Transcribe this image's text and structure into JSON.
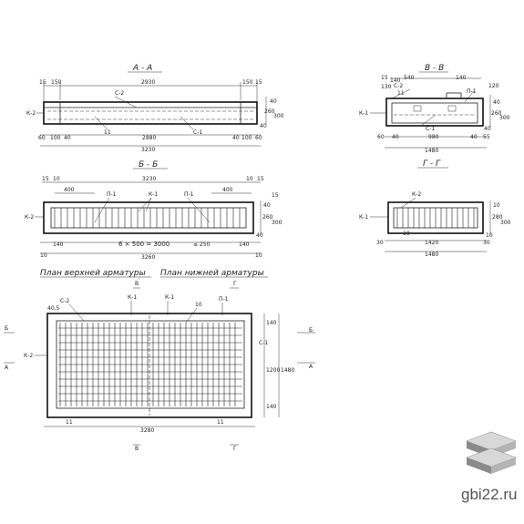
{
  "sections": {
    "aa": {
      "title": "А - А",
      "d_top_left": "15",
      "d_top_150l": "150",
      "d_top_total": "2930",
      "d_top_150r": "150",
      "d_top_right": "15",
      "lbl_k2": "К-2",
      "lbl_s2": "С-2",
      "lbl_s1": "С-1",
      "lbl_11": "11",
      "d_bot_60l": "60",
      "d_bot_100": "100",
      "d_bot_40l": "40",
      "d_bot_span": "2880",
      "d_bot_40r": "40",
      "d_bot_100r": "100",
      "d_bot_60r": "60",
      "d_bot_total": "3230",
      "d_side_40": "40",
      "d_side_260": "260",
      "d_side_300": "300",
      "d_side_40b": "40"
    },
    "bb": {
      "title": "В - В",
      "lbl_15": "15",
      "lbl_130": "130",
      "lbl_140": "140",
      "lbl_540": "540",
      "lbl_140b": "140",
      "lbl_120": "120",
      "lbl_s2": "С-2",
      "lbl_11": "11",
      "lbl_p1": "П-1",
      "lbl_s1": "С-1",
      "lbl_k1": "К-1",
      "d_60": "60",
      "d_40": "40",
      "d_980": "980",
      "d_40b": "40",
      "d_55": "55",
      "d_total": "1480",
      "d_40s": "40",
      "d_260": "260",
      "d_300": "300",
      "d_40c": "40"
    },
    "b6": {
      "title": "Б - Б",
      "d_15l": "15",
      "d_10l": "10",
      "d_total": "3230",
      "d_10r": "10",
      "d_15r": "15",
      "d_400l": "400",
      "d_400r": "400",
      "lbl_p1l": "П-1",
      "lbl_k1": "К-1",
      "lbl_p1r": "П-1",
      "lbl_k2": "К-2",
      "d_140l": "140",
      "d_span": "6 × 500 = 3000",
      "d_250": "≤ 250",
      "d_140r": "140",
      "d_10b": "10",
      "d_bot_total": "3260",
      "d_10br": "10",
      "d_s40": "40",
      "d_s260": "260",
      "d_s300": "300",
      "d_s40b": "40",
      "d_s15": "15"
    },
    "gg": {
      "title": "Г - Г",
      "lbl_k2": "К-2",
      "lbl_k1": "К-1",
      "lbl_10": "10",
      "d_30": "30",
      "d_1420": "1420",
      "d_30r": "30",
      "d_total": "1480",
      "d_10": "10",
      "d_280": "280",
      "d_300": "300",
      "d_10b": "10"
    }
  },
  "plan": {
    "title_top": "План верхней арматуры",
    "title_bottom": "План нижней арматуры",
    "lbl_v_top": "В",
    "lbl_g_top": "Г",
    "lbl_v_bot": "В",
    "lbl_g_bot": "Г",
    "lbl_b_left": "Б",
    "lbl_b_right": "Б",
    "lbl_a_left": "А",
    "lbl_a_right": "А",
    "lbl_s2": "С-2",
    "lbl_k1a": "К-1",
    "lbl_k1b": "К-1",
    "lbl_10": "10",
    "lbl_p1": "П-1",
    "lbl_k2": "К-2",
    "lbl_s1": "С-1",
    "lbl_11a": "11",
    "lbl_11b": "11",
    "d_40_5": "40,5",
    "d_140t": "140",
    "d_1200": "1200",
    "d_140b": "140",
    "d_1480": "1480",
    "d_total": "3280"
  },
  "watermark": "gbi22.ru"
}
